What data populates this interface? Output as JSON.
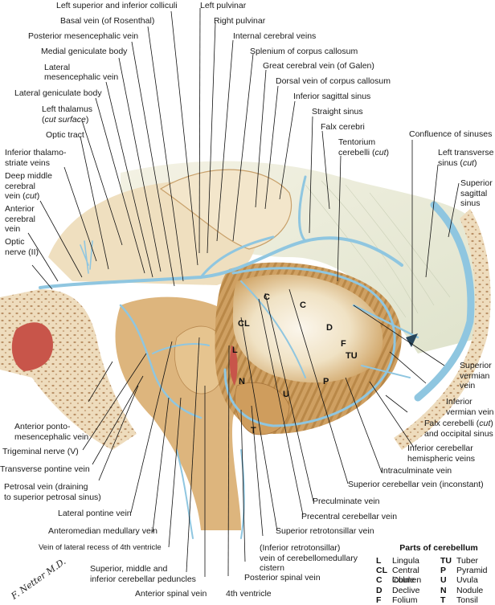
{
  "figure": {
    "title": "Veins of the posterior cranial fossa (midsagittal view)",
    "colors": {
      "vein": "#8fc6e0",
      "tissue": "#d9b27a",
      "bone": "#efdcc0",
      "falx": "#eef0dc",
      "cartilage_red": "#c8554a"
    },
    "labels_top": [
      {
        "id": "l1",
        "text": "Left superior and inferior colliculi"
      },
      {
        "id": "l2",
        "text": "Left pulvinar"
      },
      {
        "id": "l3",
        "text": "Basal vein (of Rosenthal)"
      },
      {
        "id": "l4",
        "text": "Right pulvinar"
      },
      {
        "id": "l5",
        "text": "Posterior mesencephalic vein"
      },
      {
        "id": "l6",
        "text": "Internal cerebral veins"
      },
      {
        "id": "l7",
        "text": "Medial geniculate body"
      },
      {
        "id": "l8",
        "text": "Splenium of corpus callosum"
      },
      {
        "id": "l9",
        "text": "Lateral"
      },
      {
        "id": "l9b",
        "text": "mesencephalic vein"
      },
      {
        "id": "l10",
        "text": "Great  cerebral vein (of Galen)"
      },
      {
        "id": "l11",
        "text": "Dorsal vein of corpus callosum"
      },
      {
        "id": "l12",
        "text": "Lateral geniculate body"
      },
      {
        "id": "l13",
        "text": "Inferior sagittal sinus"
      },
      {
        "id": "l14",
        "text": "Left thalamus"
      },
      {
        "id": "l14b",
        "text": "cut surface"
      },
      {
        "id": "l15",
        "text": "Straight sinus"
      },
      {
        "id": "l16",
        "text": "Falx cerebri"
      },
      {
        "id": "l17",
        "text": "Optic tract"
      },
      {
        "id": "l18",
        "text": "Tentorium"
      },
      {
        "id": "l18b",
        "text": "cerebelli ("
      },
      {
        "id": "l18c",
        "text": "cut"
      },
      {
        "id": "l19",
        "text": "Confluence of sinuses"
      }
    ],
    "labels_left": [
      {
        "id": "a1",
        "text": "Inferior thalamo-"
      },
      {
        "id": "a1b",
        "text": "striate veins"
      },
      {
        "id": "a2",
        "text": "Deep middle"
      },
      {
        "id": "a2b",
        "text": "cerebral"
      },
      {
        "id": "a2c",
        "text": "vein ("
      },
      {
        "id": "a2d",
        "text": "cut"
      },
      {
        "id": "a3",
        "text": "Anterior"
      },
      {
        "id": "a3b",
        "text": "cerebral"
      },
      {
        "id": "a3c",
        "text": "vein"
      },
      {
        "id": "a4",
        "text": "Optic"
      },
      {
        "id": "a4b",
        "text": "nerve (II)"
      },
      {
        "id": "a5",
        "text": "Anterior ponto-"
      },
      {
        "id": "a5b",
        "text": "mesencephalic vein"
      },
      {
        "id": "a6",
        "text": "Trigeminal nerve (V)"
      },
      {
        "id": "a7",
        "text": "Transverse pontine vein"
      },
      {
        "id": "a8",
        "text": "Petrosal vein (draining"
      },
      {
        "id": "a8b",
        "text": "to superior petrosal sinus)"
      },
      {
        "id": "a9",
        "text": "Lateral pontine vein"
      },
      {
        "id": "a10",
        "text": "Anteromedian medullary vein"
      },
      {
        "id": "a11",
        "text": "Vein of lateral recess of 4th ventricle"
      },
      {
        "id": "a12",
        "text": "Superior, middle and"
      },
      {
        "id": "a12b",
        "text": "inferior cerebellar peduncles"
      },
      {
        "id": "a13",
        "text": "Anterior spinal vein"
      },
      {
        "id": "a14",
        "text": "4th ventricle"
      },
      {
        "id": "a15",
        "text": "Posterior spinal vein"
      }
    ],
    "labels_right": [
      {
        "id": "b1",
        "text": "Left transverse"
      },
      {
        "id": "b1b",
        "text": "sinus ("
      },
      {
        "id": "b1c",
        "text": "cut"
      },
      {
        "id": "b2",
        "text": "Superior"
      },
      {
        "id": "b2b",
        "text": "sagittal"
      },
      {
        "id": "b2c",
        "text": "sinus"
      },
      {
        "id": "b3",
        "text": "Superior"
      },
      {
        "id": "b3b",
        "text": "vermian"
      },
      {
        "id": "b3c",
        "text": "vein"
      },
      {
        "id": "b4",
        "text": "Inferior"
      },
      {
        "id": "b4b",
        "text": "vermian vein"
      },
      {
        "id": "b5",
        "text": "Falx cerebelli ("
      },
      {
        "id": "b5b",
        "text": "cut"
      },
      {
        "id": "b5c",
        "text": "and occipital sinus"
      },
      {
        "id": "b6",
        "text": "Inferior cerebellar"
      },
      {
        "id": "b6b",
        "text": "hemispheric veins"
      },
      {
        "id": "b7",
        "text": "Intraculminate vein"
      },
      {
        "id": "b8",
        "text": "Superior cerebellar vein (inconstant)"
      },
      {
        "id": "b9",
        "text": "Preculminate vein"
      },
      {
        "id": "b10",
        "text": "Precentral cerebellar vein"
      },
      {
        "id": "b11",
        "text": "Superior retrotonsillar vein"
      },
      {
        "id": "b12",
        "text": "(Inferior retrotonsillar)"
      },
      {
        "id": "b12b",
        "text": "vein of cerebellomedullary"
      },
      {
        "id": "b12c",
        "text": "cistern"
      }
    ],
    "parts_markers": [
      "C",
      "C",
      "CL",
      "D",
      "F",
      "TU",
      "L",
      "N",
      "P",
      "U",
      "T"
    ],
    "legend": {
      "title": "Parts of cerebellum",
      "rows": [
        {
          "a1": "L",
          "n1": "Lingula",
          "a2": "TU",
          "n2": "Tuber"
        },
        {
          "a1": "CL",
          "n1": "Central lobule",
          "a2": "P",
          "n2": "Pyramid"
        },
        {
          "a1": "C",
          "n1": "Culmen",
          "a2": "U",
          "n2": "Uvula"
        },
        {
          "a1": "D",
          "n1": "Declive",
          "a2": "N",
          "n2": "Nodule"
        },
        {
          "a1": "F",
          "n1": "Folium",
          "a2": "T",
          "n2": "Tonsil"
        }
      ]
    },
    "signature": "F. Netter M.D."
  }
}
